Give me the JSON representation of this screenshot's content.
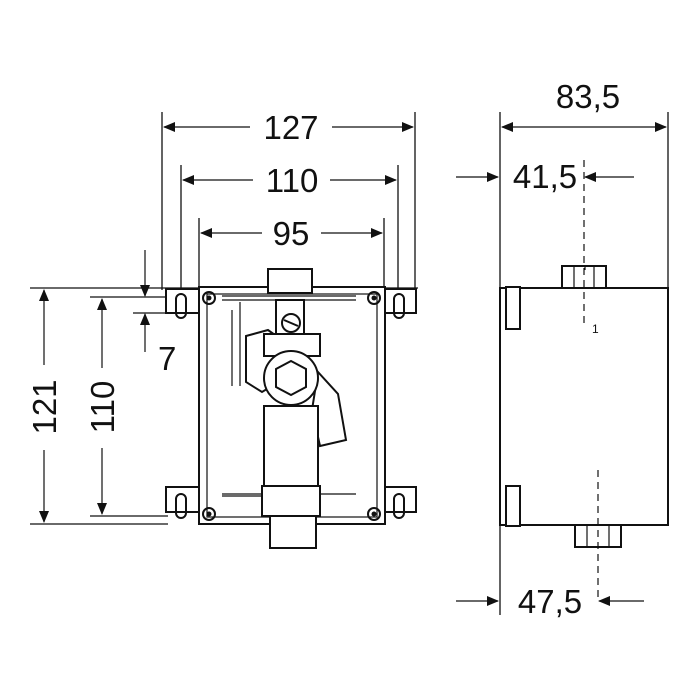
{
  "dimensions": {
    "width_overall": "127",
    "width_holes": "110",
    "width_inner": "95",
    "height_overall": "121",
    "height_holes": "110",
    "offset_top": "7",
    "depth_overall": "83,5",
    "depth_top_outlet": "41,5",
    "depth_bottom_outlet": "47,5"
  },
  "side_mark": "1"
}
